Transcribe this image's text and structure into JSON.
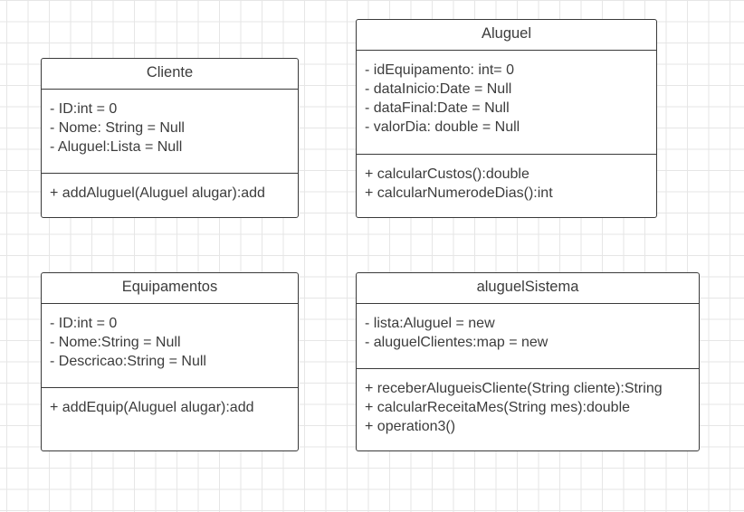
{
  "classes": [
    {
      "name": "Cliente",
      "attributes": [
        "- ID:int = 0",
        "- Nome: String = Null",
        "- Aluguel:Lista = Null"
      ],
      "methods": [
        "+ addAluguel(Aluguel alugar):add"
      ]
    },
    {
      "name": "Aluguel",
      "attributes": [
        "- idEquipamento: int= 0",
        "- dataInicio:Date = Null",
        "- dataFinal:Date = Null",
        "- valorDia: double = Null"
      ],
      "methods": [
        "+ calcularCustos():double",
        "+ calcularNumerodeDias():int"
      ]
    },
    {
      "name": "Equipamentos",
      "attributes": [
        "- ID:int = 0",
        "- Nome:String = Null",
        "- Descricao:String = Null"
      ],
      "methods": [
        "+ addEquip(Aluguel alugar):add"
      ]
    },
    {
      "name": "aluguelSistema",
      "attributes": [
        "- lista:Aluguel = new",
        "- aluguelClientes:map = new"
      ],
      "methods": [
        "+ receberAlugueisCliente(String cliente):String",
        "+ calcularReceitaMes(String mes):double",
        "+ operation3()"
      ]
    }
  ]
}
